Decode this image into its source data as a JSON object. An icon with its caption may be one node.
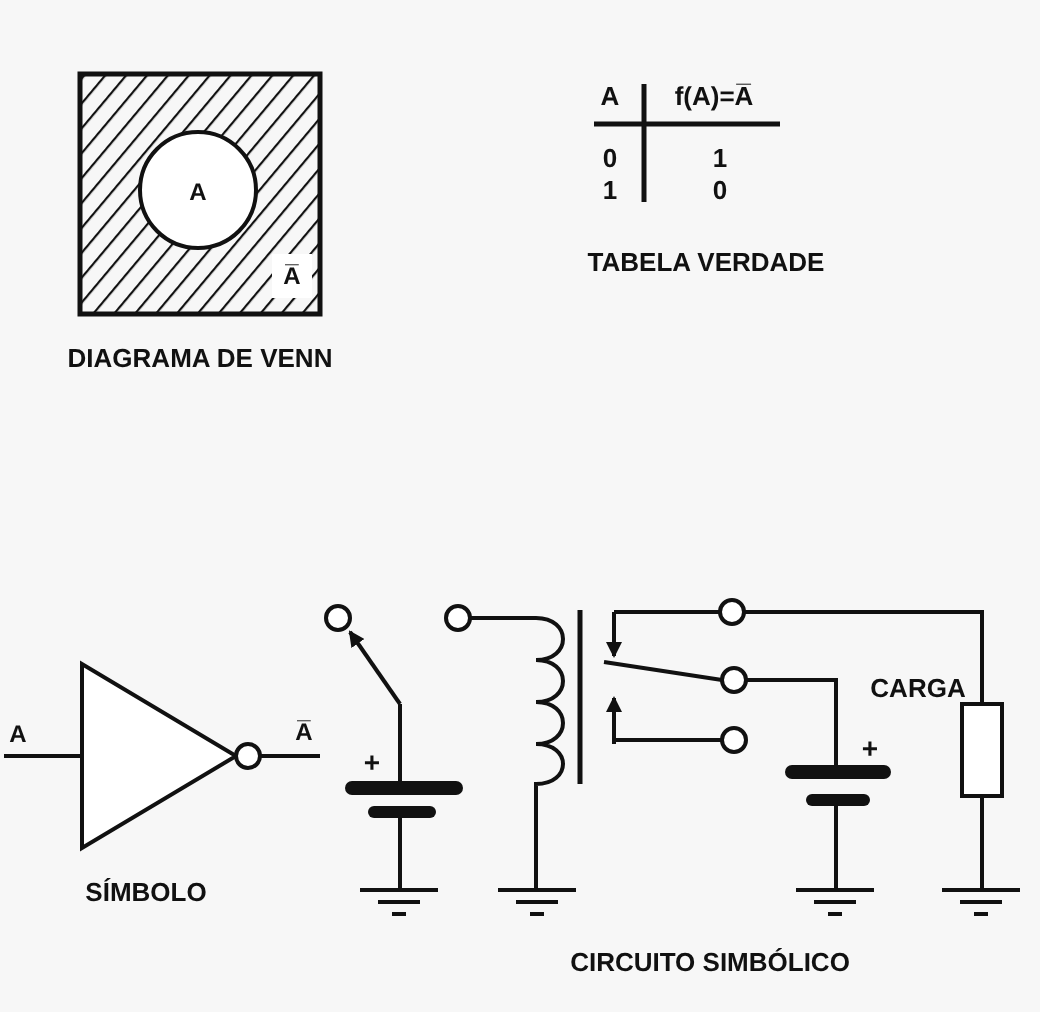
{
  "diagram": {
    "labels": [
      "A",
      "A̅",
      "DIAGRAMA DE VENN",
      "A",
      "f(A)=A̅",
      "0",
      "1",
      "1",
      "0",
      "TABELA VERDADE",
      "A",
      "A̅",
      "SÍMBOLO",
      "+",
      "+",
      "CARGA",
      "CIRCUITO SIMBÓLICO"
    ]
  }
}
